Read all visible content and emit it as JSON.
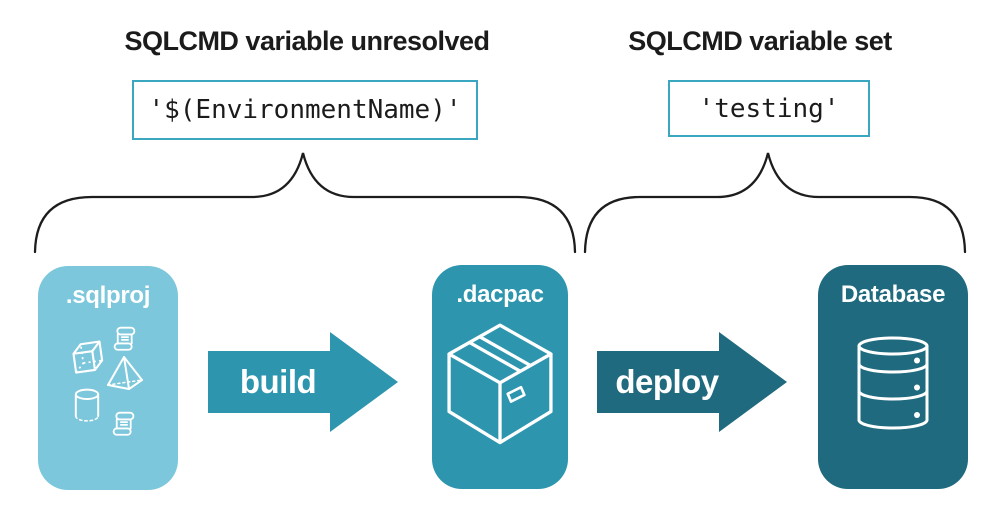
{
  "colors": {
    "light_blue": "#7CC7DB",
    "teal": "#2D95AE",
    "dark_teal": "#1F6A7E",
    "code_border": "#3BA6C0",
    "ink": "#1B1B1B",
    "brace": "#1D1D1D"
  },
  "annotations": {
    "left": {
      "title": "SQLCMD variable unresolved",
      "code": "'$(EnvironmentName)'"
    },
    "right": {
      "title": "SQLCMD variable set",
      "code": "'testing'"
    }
  },
  "pipeline": {
    "source_label": ".sqlproj",
    "build_label": "build",
    "package_label": ".dacpac",
    "deploy_label": "deploy",
    "target_label": "Database"
  }
}
